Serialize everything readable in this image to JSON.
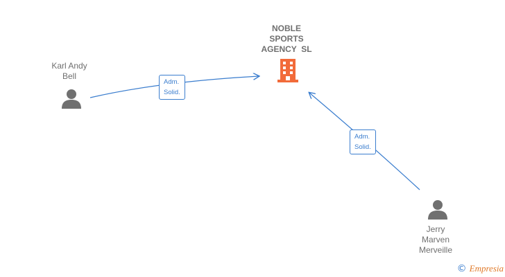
{
  "company": {
    "name_lines": [
      "NOBLE",
      "SPORTS",
      "AGENCY  SL"
    ],
    "icon": "building-icon",
    "color": "#f26b3a"
  },
  "people": [
    {
      "id": "karl",
      "name_lines": [
        "Karl Andy",
        "Bell"
      ],
      "icon": "person-icon"
    },
    {
      "id": "jerry",
      "name_lines": [
        "Jerry",
        "Marven",
        "Merveille"
      ],
      "icon": "person-icon"
    }
  ],
  "edges": [
    {
      "from": "karl",
      "to": "company",
      "label_lines": [
        "Adm.",
        "Solid."
      ]
    },
    {
      "from": "jerry",
      "to": "company",
      "label_lines": [
        "Adm.",
        "Solid."
      ]
    }
  ],
  "colors": {
    "edge": "#3a7dce",
    "person": "#707070",
    "text": "#6f6f6f"
  },
  "brand": {
    "copyright_symbol": "©",
    "name": "Empresia"
  }
}
